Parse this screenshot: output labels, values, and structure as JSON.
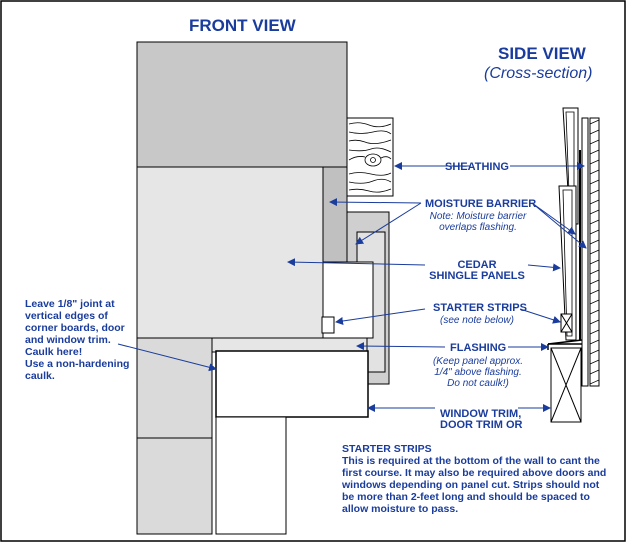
{
  "titles": {
    "front": "FRONT VIEW",
    "side": "SIDE VIEW",
    "side_sub": "(Cross-section)"
  },
  "labels": {
    "sheathing": "SHEATHING",
    "moisture_barrier": "MOISTURE BARRIER",
    "moisture_note_1": "Note: Moisture barrier",
    "moisture_note_2": "overlaps flashing.",
    "cedar_1": "CEDAR",
    "cedar_2": "SHINGLE PANELS",
    "starter": "STARTER STRIPS",
    "starter_note": "(see note below)",
    "flashing": "FLASHING",
    "flashing_note_1": "(Keep panel approx.",
    "flashing_note_2": "1/4\" above flashing.",
    "flashing_note_3": "Do not caulk!)",
    "window_1": "WINDOW TRIM,",
    "window_2": "DOOR TRIM OR"
  },
  "left_note": [
    "Leave 1/8\" joint at",
    "vertical edges of",
    "corner boards, door",
    "and window trim.",
    "Caulk here!",
    "Use a non-hardening",
    "caulk."
  ],
  "bottom_note": {
    "heading": "STARTER STRIPS",
    "lines": [
      "This is required at the bottom of the wall to cant the",
      "first course. It may also be required above doors and",
      "windows depending on panel cut. Strips should not",
      "be more than 2-feet long and should be spaced to",
      "allow moisture to pass."
    ]
  },
  "colors": {
    "accent": "#1a3c9c",
    "panel_dark": "#c8c8c8",
    "panel_light": "#e6e6e6"
  }
}
